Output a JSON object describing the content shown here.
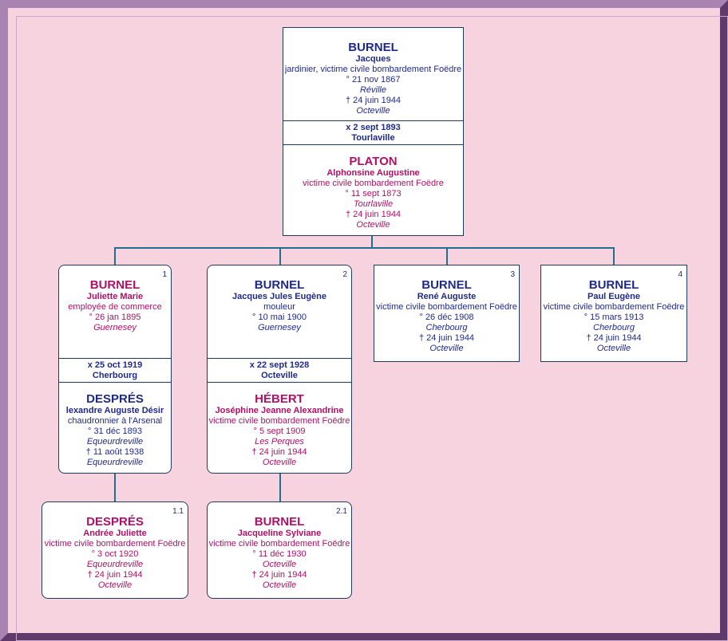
{
  "parents": {
    "father": {
      "surname": "BURNEL",
      "given": "Jacques",
      "occupation": "jardinier, victime civile bombardement Foëdre",
      "birth": "° 21 nov 1867",
      "birth_place": "Réville",
      "death": "† 24 juin 1944",
      "death_place": "Octeville"
    },
    "marriage": {
      "date": "x 2 sept 1893",
      "place": "Tourlaville"
    },
    "mother": {
      "surname": "PLATON",
      "given": "Alphonsine Augustine",
      "occupation": "victime civile bombardement Foëdre",
      "birth": "° 11 sept 1873",
      "birth_place": "Tourlaville",
      "death": "† 24 juin 1944",
      "death_place": "Octeville"
    }
  },
  "children": [
    {
      "number": "1",
      "surname": "BURNEL",
      "given": "Juliette Marie",
      "occupation": "employée de commerce",
      "birth": "° 26 jan 1895",
      "birth_place": "Guernesey",
      "marriage": {
        "date": "x 25 oct 1919",
        "place": "Cherbourg"
      },
      "spouse": {
        "surname": "DESPRÉS",
        "given": "lexandre Auguste Désir",
        "occupation": "chaudronnier à l'Arsenal",
        "birth": "° 31 déc 1893",
        "birth_place": "Equeurdreville",
        "death": "† 11 août 1938",
        "death_place": "Equeurdreville"
      },
      "child": {
        "number": "1.1",
        "surname": "DESPRÉS",
        "given": "Andrée Juliette",
        "occupation": "victime civile bombardement Foëdre",
        "birth": "° 3 oct 1920",
        "birth_place": "Equeurdreville",
        "death": "† 24 juin 1944",
        "death_place": "Octeville"
      }
    },
    {
      "number": "2",
      "surname": "BURNEL",
      "given": "Jacques Jules Eugène",
      "occupation": "mouleur",
      "birth": "° 10 mai 1900",
      "birth_place": "Guernesey",
      "marriage": {
        "date": "x 22 sept 1928",
        "place": "Octeville"
      },
      "spouse": {
        "surname": "HÉBERT",
        "given": "Joséphine Jeanne Alexandrine",
        "occupation": "victime civile bombardement Foëdre",
        "birth": "° 5 sept 1909",
        "birth_place": "Les Perques",
        "death": "† 24 juin 1944",
        "death_place": "Octeville"
      },
      "child": {
        "number": "2.1",
        "surname": "BURNEL",
        "given": "Jacqueline Sylviane",
        "occupation": "victime civile bombardement Foëdre",
        "birth": "° 11 déc 1930",
        "birth_place": "Octeville",
        "death": "† 24 juin 1944",
        "death_place": "Octeville"
      }
    },
    {
      "number": "3",
      "surname": "BURNEL",
      "given": "René Auguste",
      "occupation": "victime civile bombardement Foëdre",
      "birth": "° 26 déc 1908",
      "birth_place": "Cherbourg",
      "death": "† 24 juin 1944",
      "death_place": "Octeville"
    },
    {
      "number": "4",
      "surname": "BURNEL",
      "given": "Paul Eugène",
      "occupation": "victime civile bombardement Foëdre",
      "birth": "° 15 mars 1913",
      "birth_place": "Cherbourg",
      "death": "† 24 juin 1944",
      "death_place": "Octeville"
    }
  ]
}
